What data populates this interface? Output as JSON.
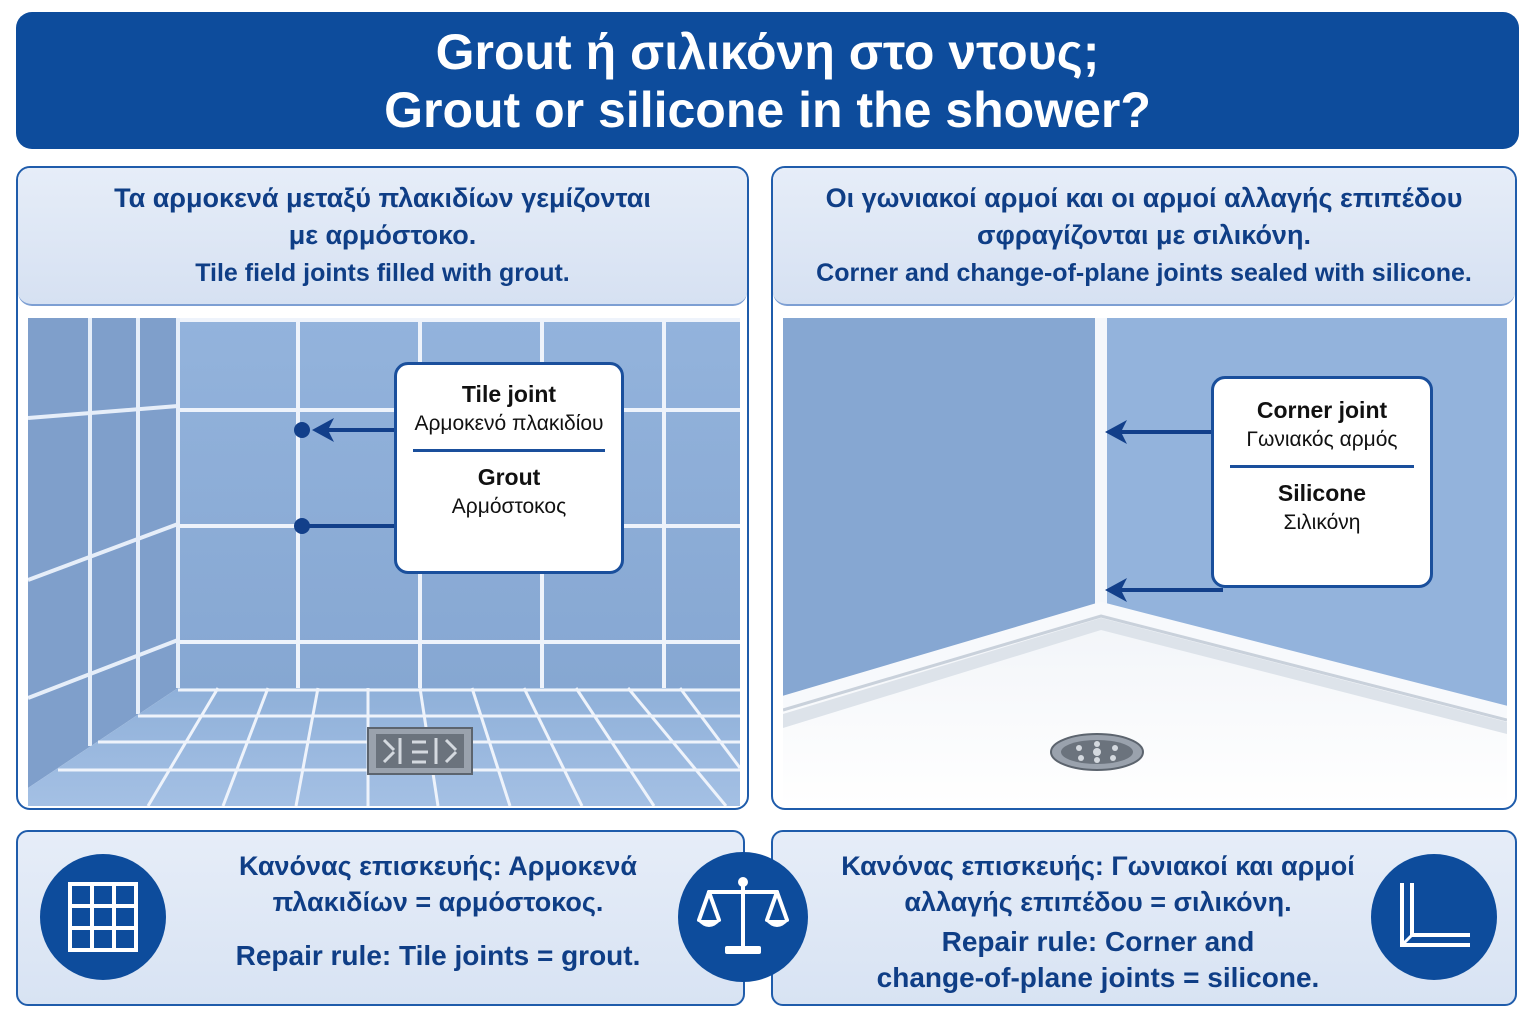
{
  "header": {
    "title_el": "Grout ή σιλικόνη στο ντους;",
    "title_en": "Grout or silicone in the shower?"
  },
  "left_panel": {
    "caption_el_line1": "Τα αρμοκενά μεταξύ πλακιδίων γεμίζονται",
    "caption_el_line2": "με αρμόστοκο.",
    "caption_en": "Tile field joints filled with grout.",
    "callout": {
      "top_en": "Tile joint",
      "top_el": "Αρμοκενό πλακιδίου",
      "bottom_en": "Grout",
      "bottom_el": "Αρμόστοκος"
    }
  },
  "right_panel": {
    "caption_el_line1": "Οι γωνιακοί αρμοί και οι αρμοί αλλαγής επιπέδου",
    "caption_el_line2": "σφραγίζονται με σιλικόνη.",
    "caption_en": "Corner and change-of-plane joints sealed with silicone.",
    "callout": {
      "top_en": "Corner joint",
      "top_el": "Γωνιακός αρμός",
      "bottom_en": "Silicone",
      "bottom_el": "Σιλικόνη"
    }
  },
  "rules": {
    "left_el_line1": "Κανόνας επισκευής: Αρμοκενά",
    "left_el_line2": "πλακιδίων = αρμόστοκος.",
    "left_en": "Repair rule: Tile joints = grout.",
    "right_el_line1": "Κανόνας επισκευής: Γωνιακοί και αρμοί",
    "right_el_line2": "αλλαγής επιπέδου = σιλικόνη.",
    "right_en_line1": "Repair rule: Corner and",
    "right_en_line2": "change-of-plane joints = silicone."
  },
  "icons": {
    "left": "tile-grid-icon",
    "center": "balance-scale-icon",
    "right": "corner-joint-icon"
  },
  "colors": {
    "brand_blue": "#0d4c9c",
    "tile_blue": "#8fb0d9",
    "panel_bg": "#dfe8f6"
  }
}
